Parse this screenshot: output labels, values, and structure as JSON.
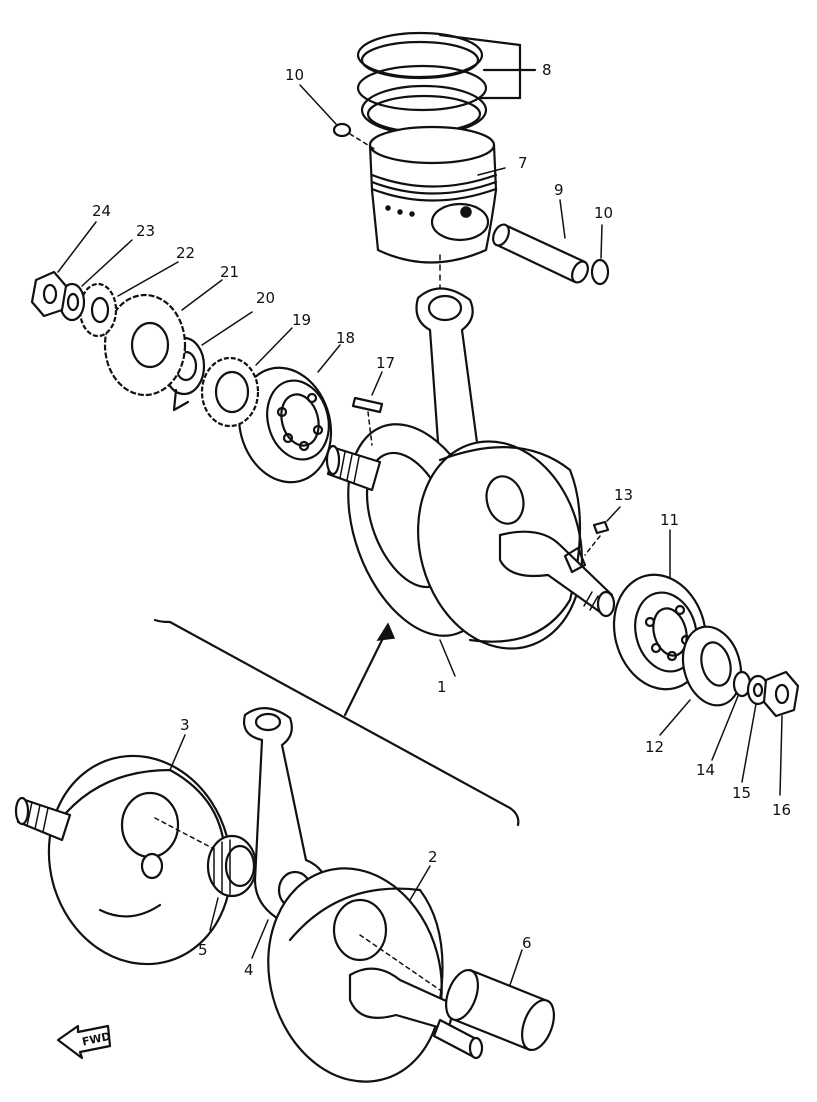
{
  "callouts": [
    {
      "id": "1",
      "text": "1"
    },
    {
      "id": "2",
      "text": "2"
    },
    {
      "id": "3",
      "text": "3"
    },
    {
      "id": "4",
      "text": "4"
    },
    {
      "id": "5",
      "text": "5"
    },
    {
      "id": "6",
      "text": "6"
    },
    {
      "id": "7",
      "text": "7"
    },
    {
      "id": "8",
      "text": "8"
    },
    {
      "id": "9",
      "text": "9"
    },
    {
      "id": "10a",
      "text": "10"
    },
    {
      "id": "10b",
      "text": "10"
    },
    {
      "id": "11",
      "text": "11"
    },
    {
      "id": "12",
      "text": "12"
    },
    {
      "id": "13",
      "text": "13"
    },
    {
      "id": "14",
      "text": "14"
    },
    {
      "id": "15",
      "text": "15"
    },
    {
      "id": "16",
      "text": "16"
    },
    {
      "id": "17",
      "text": "17"
    },
    {
      "id": "18",
      "text": "18"
    },
    {
      "id": "19",
      "text": "19"
    },
    {
      "id": "20",
      "text": "20"
    },
    {
      "id": "21",
      "text": "21"
    },
    {
      "id": "22",
      "text": "22"
    },
    {
      "id": "23",
      "text": "23"
    },
    {
      "id": "24",
      "text": "24"
    }
  ],
  "fwd_label": "FWD"
}
